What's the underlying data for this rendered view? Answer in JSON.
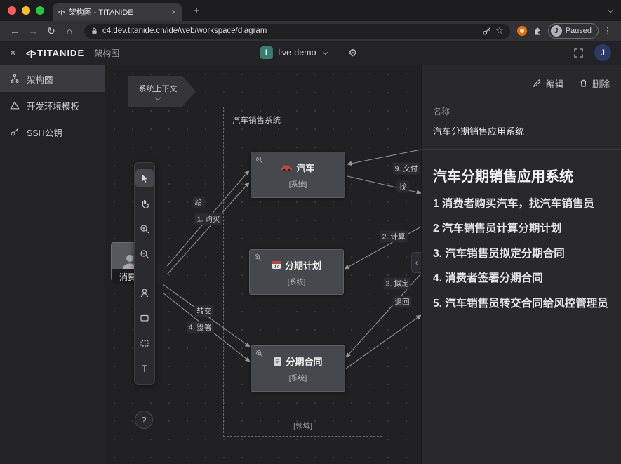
{
  "icons": {
    "close": "×",
    "back": "←",
    "forward": "→",
    "reload": "↻",
    "home": "⌂",
    "star": "☆",
    "kebab": "⋮",
    "gear": "⚙",
    "collapse": "‹"
  },
  "browser": {
    "tab_title": "架构图 - TITANIDE",
    "tab_favicon": "<|>",
    "new_tab": "+",
    "url": "c4.dev.titanide.cn/ide/web/workspace/diagram",
    "profile_initial": "J",
    "profile_label": "Paused"
  },
  "header": {
    "logo_mark": "<|>",
    "logo_text": "TITANIDE",
    "page_label": "架构图",
    "env_badge": "I",
    "env_name": "live-demo",
    "avatar_initial": "J"
  },
  "sidebar": {
    "items": [
      {
        "label": "架构图",
        "icon": "diagram-icon"
      },
      {
        "label": "开发环境模板",
        "icon": "template-icon"
      },
      {
        "label": "SSH公钥",
        "icon": "key-icon"
      }
    ]
  },
  "canvas": {
    "context_label": "系统上下文",
    "group_title": "汽车销售系统",
    "group_footer": "[领域]",
    "actor_label": "消费",
    "help_label": "?",
    "nodes": [
      {
        "title": "汽车",
        "subtitle": "[系统]",
        "icon": "car-icon"
      },
      {
        "title": "分期计划",
        "subtitle": "[系统]",
        "icon": "calendar-icon",
        "icon_text": "17"
      },
      {
        "title": "分期合同",
        "subtitle": "[系统]",
        "icon": "contract-icon"
      }
    ],
    "edges": [
      {
        "label": "给"
      },
      {
        "label": "1. 购买"
      },
      {
        "label": "9. 交付"
      },
      {
        "label": "找"
      },
      {
        "label": "2. 计算"
      },
      {
        "label": "3. 拟定"
      },
      {
        "label": "退回"
      },
      {
        "label": "转交"
      },
      {
        "label": "4. 签署"
      }
    ]
  },
  "inspector": {
    "edit_label": "编辑",
    "delete_label": "删除",
    "name_label": "名称",
    "name_value": "汽车分期销售应用系统",
    "title": "汽车分期销售应用系统",
    "steps": [
      "1 消费者购买汽车，找汽车销售员",
      "2 汽车销售员计算分期计划",
      "3. 汽车销售员拟定分期合同",
      "4. 消费者签署分期合同",
      "5. 汽车销售员转交合同给风控管理员"
    ]
  }
}
